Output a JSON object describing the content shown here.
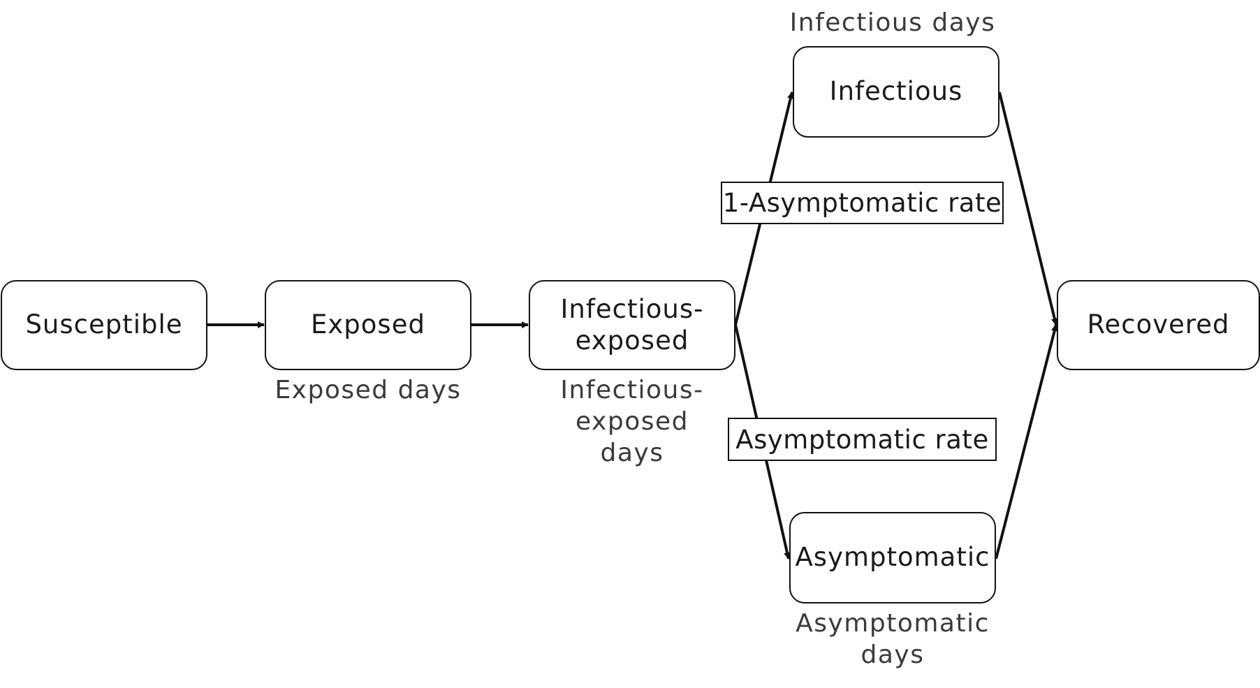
{
  "nodes": {
    "susceptible": "Susceptible",
    "exposed": "Exposed",
    "infectious_exposed": "Infectious-\nexposed",
    "infectious": "Infectious",
    "asymptomatic": "Asymptomatic",
    "recovered": "Recovered"
  },
  "captions": {
    "exposed_days": "Exposed days",
    "infectious_exposed_days": "Infectious-\nexposed\ndays",
    "infectious_days": "Infectious days",
    "asymptomatic_days": "Asymptomatic\ndays"
  },
  "rates": {
    "symptomatic": "1-Asymptomatic rate",
    "asymptomatic": "Asymptomatic rate"
  },
  "colors": {
    "stroke": "#111111",
    "caption": "#3a3a3a"
  }
}
